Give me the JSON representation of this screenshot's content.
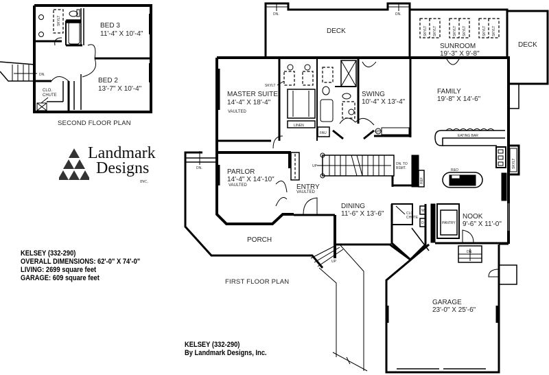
{
  "second_floor": {
    "caption": "SECOND FLOOR PLAN",
    "rooms": [
      {
        "name": "BED 3",
        "dims": "11'-4\" X 10'-4\""
      },
      {
        "name": "BED 2",
        "dims": "13'-7\" X 10'-4\""
      }
    ],
    "labels": {
      "skylight": "SKYLT",
      "down": "DN.",
      "clo": "CLO.",
      "chute": "CHUTE"
    }
  },
  "logo": {
    "line1": "Landmark",
    "line2": "Designs",
    "suffix": "INC."
  },
  "info_block": {
    "lines": [
      "KELSEY (332-290)",
      "OVERALL DIMENSIONS: 62'-0\" X 74'-0\"",
      "LIVING: 2699 square feet",
      "GARAGE: 609 square feet"
    ]
  },
  "first_floor": {
    "caption": "FIRST FLOOR PLAN",
    "rooms": {
      "deck_left": {
        "name": "DECK"
      },
      "sunroom": {
        "name": "SUNROOM",
        "dims": "19'-3\" X 9'-8\""
      },
      "deck_right": {
        "name": "DECK"
      },
      "master": {
        "name": "MASTER SUITE",
        "dims": "14'-4\" X 18'-4\"",
        "note": "VAULTED"
      },
      "swing": {
        "name": "SWING",
        "dims": "10'-4\" X 13'-4\""
      },
      "family": {
        "name": "FAMILY",
        "dims": "19'-8\" X 14'-6\""
      },
      "parlor": {
        "name": "PARLOR",
        "dims": "14'-4\" X 14'-10\"",
        "note": "VAULTED"
      },
      "entry": {
        "name": "ENTRY",
        "note": "VAULTED"
      },
      "dining": {
        "name": "DINING",
        "dims": "11'-6\" X 13'-6\""
      },
      "nook": {
        "name": "NOOK",
        "dims": "9'-6\" X 11'-0\""
      },
      "porch": {
        "name": "PORCH"
      },
      "garage": {
        "name": "GARAGE",
        "dims": "23'-0\" X 25'-6\""
      }
    },
    "labels": {
      "skylight": "SKYLT",
      "down": "DN.",
      "up": "UP",
      "linen": "LINEN",
      "fau": "FAU",
      "wh": "WH",
      "eating_bar": "EATING BAR",
      "range_oven": "R&O",
      "refrigerator": "REF.",
      "dn_to_bsmt_1": "DN. TO",
      "dn_to_bsmt_2": "BSMT.",
      "clo_chute_1": "CLO",
      "clo_chute_2": "CHUTE",
      "pantry": "PANTRY",
      "washer": "W",
      "dryer": "D"
    }
  },
  "credit_block": {
    "lines": [
      "KELSEY (332-290)",
      "By Landmark Designs, Inc."
    ]
  }
}
